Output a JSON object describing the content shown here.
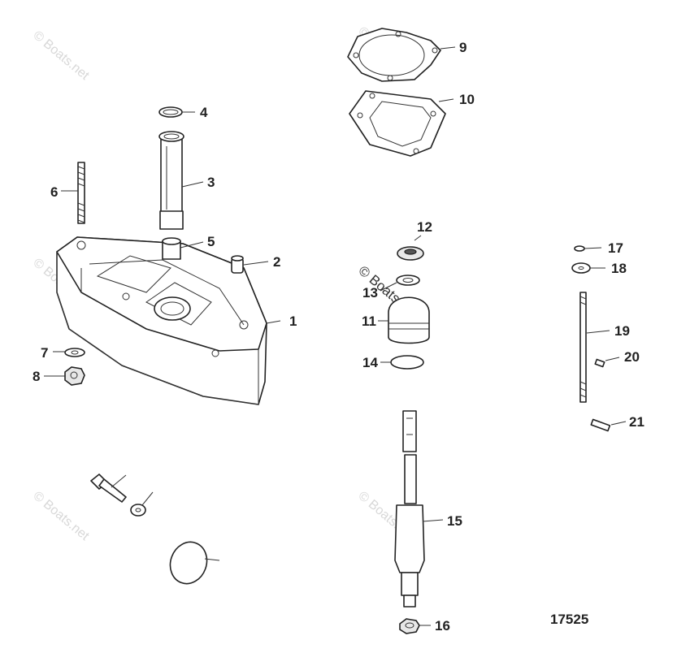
{
  "diagram": {
    "figure_number": "17525",
    "watermark": "© Boats.net",
    "callouts": [
      "1",
      "2",
      "3",
      "4",
      "5",
      "6",
      "7",
      "8",
      "9",
      "10",
      "11",
      "12",
      "13",
      "14",
      "15",
      "16",
      "17",
      "18",
      "19",
      "20",
      "21"
    ]
  }
}
